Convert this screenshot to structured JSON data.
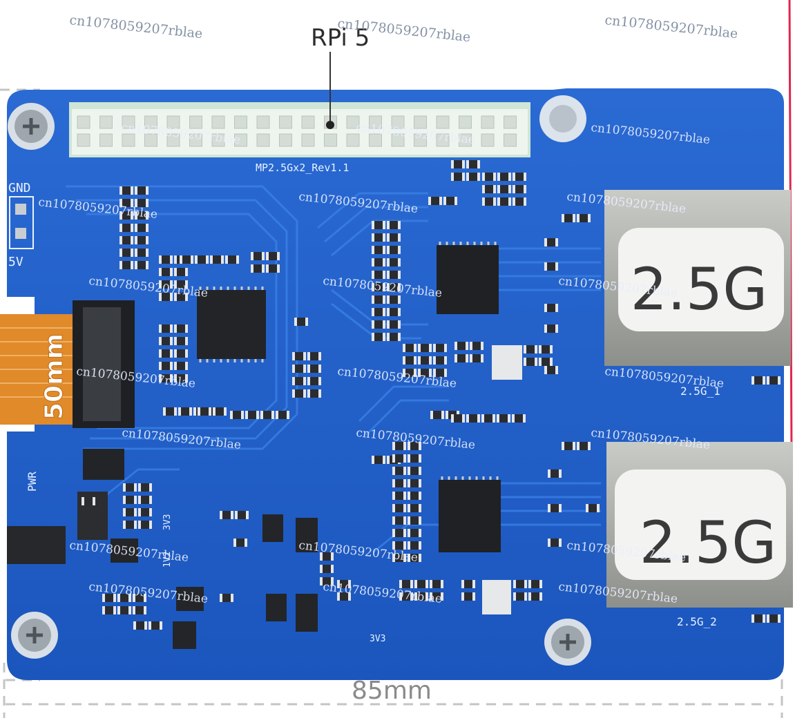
{
  "labels": {
    "rpi": "RPi 5",
    "board_rev": "MP2.5Gx2_Rev1.1",
    "gnd": "GND",
    "v5": "5V",
    "pwr": "PWR",
    "v3v3_a": "3V3",
    "v1v2": "1V2",
    "v3v3_b": "3V3",
    "port1_silk": "2.5G_1",
    "port2_silk": "2.5G_2",
    "port1_sticker": "2.5G",
    "port2_sticker": "2.5G",
    "ribbon": "50mm",
    "width_dim": "85mm"
  },
  "watermark": "cn1078059207rblae",
  "colors": {
    "pcb": "#1f5fc8",
    "trace": "#2f76e0",
    "ribbon": "#e08a2a",
    "header": "#eef5ef",
    "red_line": "#e0264e"
  }
}
